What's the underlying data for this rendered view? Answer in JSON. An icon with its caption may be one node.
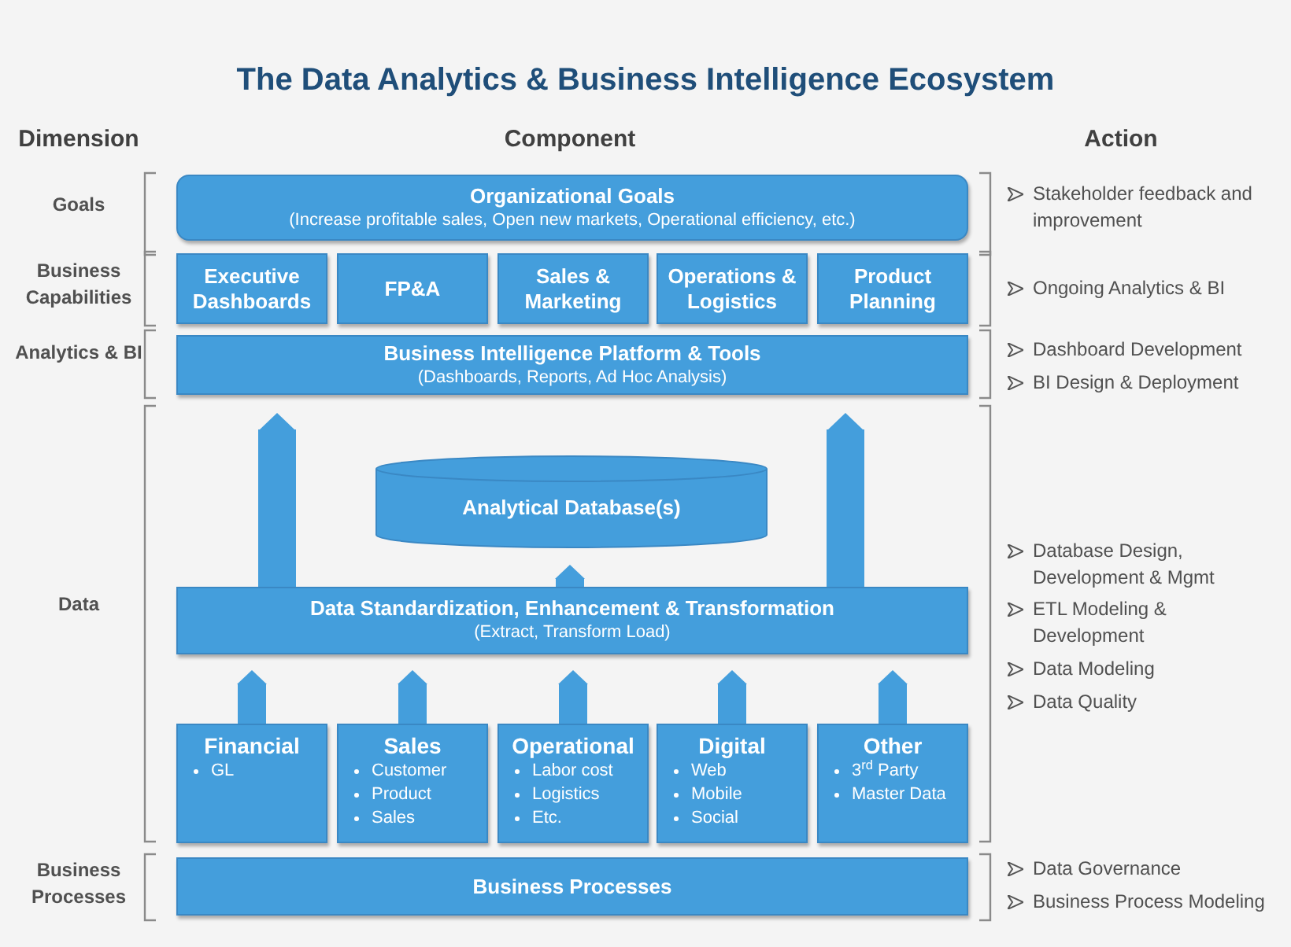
{
  "diagram": {
    "title": "The Data Analytics & Business Intelligence Ecosystem",
    "nodes": [
      {
        "text": [
          "Organizational Goals",
          "(Increase profitable sales, Open new markets, Operational efficiency, etc.)"
        ]
      },
      {
        "text": [
          "Executive Dashboards"
        ]
      },
      {
        "text": [
          "FP&A"
        ]
      },
      {
        "text": [
          "Sales & Marketing"
        ]
      },
      {
        "text": [
          "Operations & Logistics"
        ]
      },
      {
        "text": [
          "Product Planning"
        ]
      },
      {
        "text": [
          "Business Intelligence Platform & Tools",
          "(Dashboards, Reports, Ad Hoc Analysis)"
        ]
      },
      {
        "text": [
          "Analytical Database(s)"
        ]
      },
      {
        "text": [
          "Data Standardization, Enhancement & Transformation",
          "(Extract, Transform Load)"
        ]
      },
      {
        "text": [
          "Financial",
          "GL"
        ]
      },
      {
        "text": [
          "Sales",
          "Customer",
          "Product",
          "Sales"
        ]
      },
      {
        "text": [
          "Operational",
          "Labor  cost",
          "Logistics",
          "Etc."
        ]
      },
      {
        "text": [
          "Digital",
          "Web",
          "Mobile",
          "Social"
        ]
      },
      {
        "text": [
          "Other",
          "3$^{rd}$ Party",
          "Master Data"
        ]
      },
      {
        "text": [
          "Business Processes"
        ]
      }
    ],
    "edges": [
      {
        "from": 8,
        "to": 6,
        "arrow": "to"
      },
      {
        "from": 8,
        "to": 7,
        "arrow": "to"
      },
      {
        "from": 8,
        "to": 6,
        "arrow": "to"
      },
      {
        "from": 9,
        "to": 8,
        "arrow": "to"
      },
      {
        "from": 10,
        "to": 8,
        "arrow": "to"
      },
      {
        "from": 11,
        "to": 8,
        "arrow": "to"
      },
      {
        "from": 12,
        "to": 8,
        "arrow": "to"
      },
      {
        "from": 13,
        "to": 8,
        "arrow": "to"
      }
    ],
    "labels": [
      "Dimension",
      "Component",
      "Action",
      "Goals",
      "Stakeholder feedback and improvement",
      "Business Capabilities",
      "Ongoing Analytics & BI",
      "Analytics & BI",
      "Dashboard Development",
      "BI Design & Deployment",
      "Data",
      "Database Design, Development & Mgmt",
      "ETL Modeling & Development",
      "Data Modeling",
      "Data Quality",
      "Business Processes",
      "Data Governance",
      "Business Process Modeling"
    ]
  }
}
